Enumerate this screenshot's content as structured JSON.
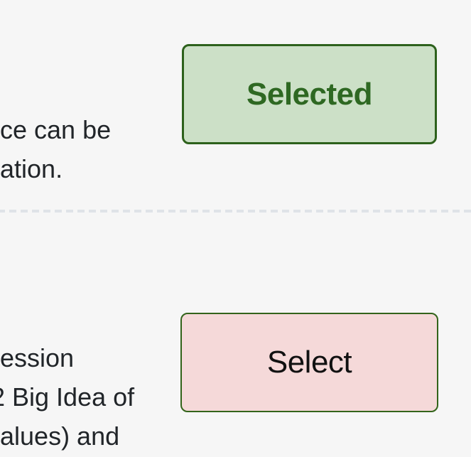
{
  "app": {
    "background_color": "#f6f6f6",
    "text_color": "#212529"
  },
  "rows": [
    {
      "name": "selected-option",
      "state": "selected",
      "description_lines": [
        "ce can be",
        "ation."
      ],
      "button_label": "Selected",
      "button_colors": {
        "background": "#cce0c7",
        "border": "#2d611c",
        "text": "#2e6822"
      }
    },
    {
      "name": "unselected-option",
      "state": "not_selected",
      "description_lines": [
        "ession",
        "2 Big Idea of",
        "alues) and"
      ],
      "button_label": "Select",
      "button_colors": {
        "background": "#f5d9d9",
        "border": "#33641b",
        "text": "#111111"
      }
    }
  ],
  "divider": {
    "style": "dashed",
    "color": "#dfe3e8"
  }
}
